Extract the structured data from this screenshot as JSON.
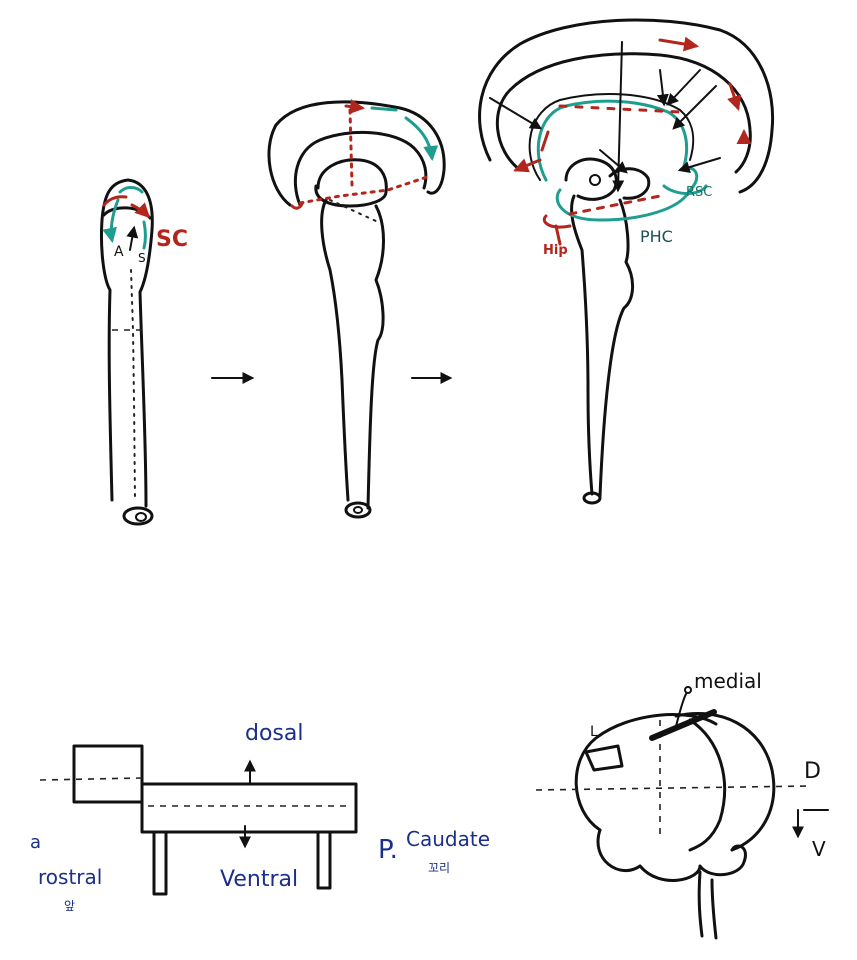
{
  "colors": {
    "ink": "#111111",
    "red_pathway": "#b3261e",
    "teal_pathway": "#1f9e8f",
    "blue_label": "#1b2f8a"
  },
  "top_row": {
    "stage1_labels": {
      "sc": "SC",
      "a": "A",
      "s": "S"
    },
    "stage3_labels": {
      "hip": "Hip",
      "phc": "PHC",
      "rsc": "RSC"
    }
  },
  "bottom_left": {
    "dorsal": "dosal",
    "ventral": "Ventral",
    "anterior": "a",
    "rostral": "rostral",
    "rostral_kr": "앞",
    "posterior": "P.",
    "caudate": "Caudate",
    "caudate_kr": "꼬리"
  },
  "bottom_right": {
    "medial": "medial",
    "lateral": "L",
    "dorsal": "D",
    "ventral": "V"
  }
}
